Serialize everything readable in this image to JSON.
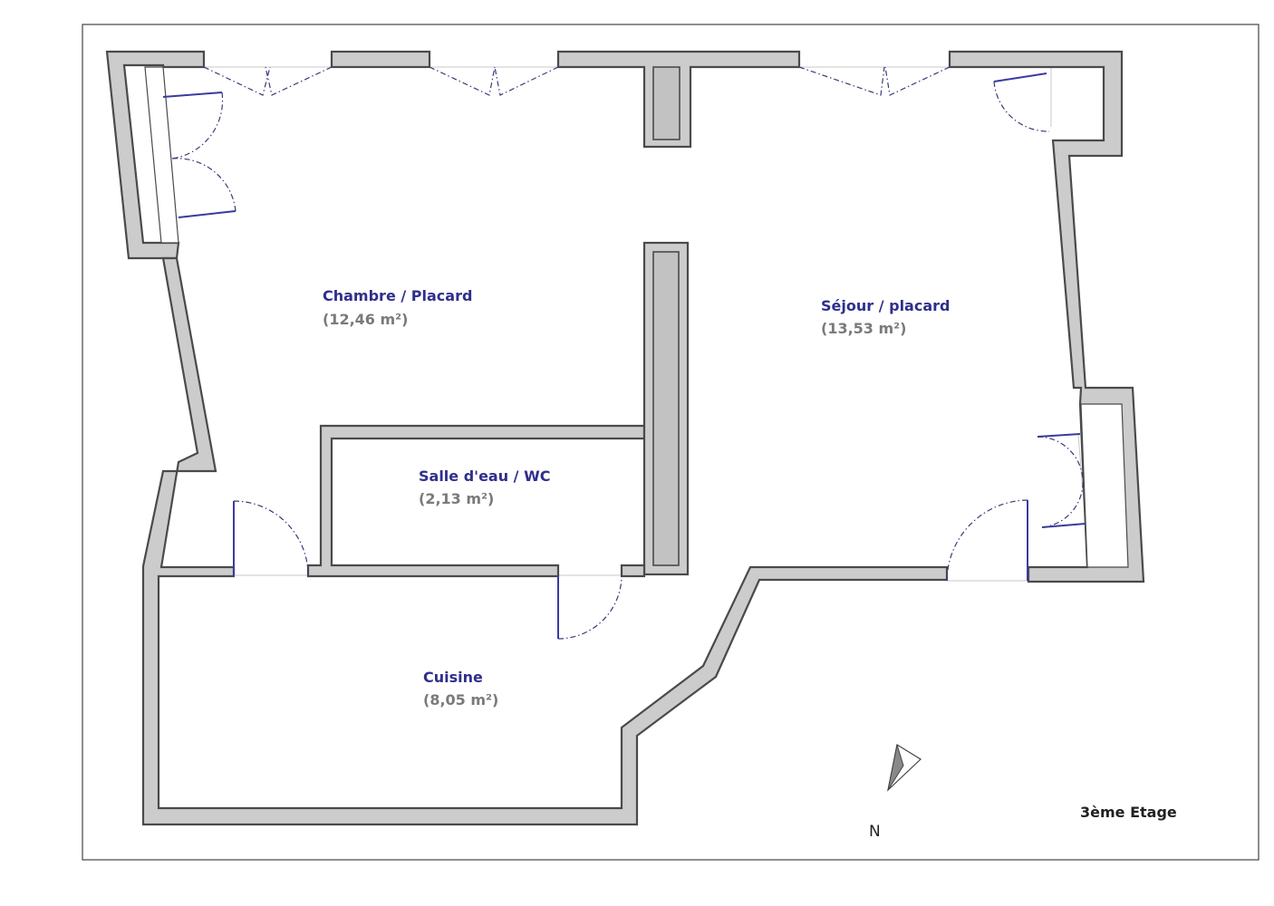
{
  "plan": {
    "rooms": [
      {
        "id": "chambre",
        "name": "Chambre / Placard",
        "area": "(12,46 m²)"
      },
      {
        "id": "sejour",
        "name": "Séjour / placard",
        "area": "(13,53 m²)"
      },
      {
        "id": "salle-eau",
        "name": "Salle d'eau / WC",
        "area": "(2,13 m²)"
      },
      {
        "id": "cuisine",
        "name": "Cuisine",
        "area": "(8,05 m²)"
      }
    ],
    "floor_label": "3ème Etage",
    "north_label": "N",
    "colors": {
      "wall_fill": "#cccccc",
      "wall_stroke": "#4a4a4a",
      "room_name": "#2f2f8c",
      "room_area": "#7a7a7a",
      "door_leaf": "#3a3aa0"
    }
  }
}
